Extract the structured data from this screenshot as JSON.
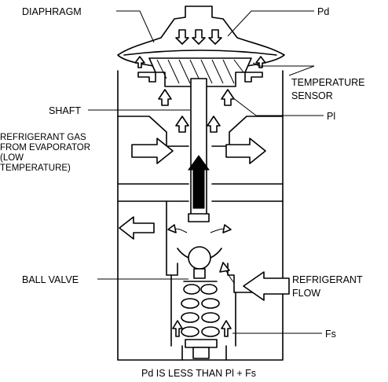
{
  "labels": {
    "diaphragm": "DIAPHRAGM",
    "pd": "Pd",
    "temperature_sensor_1": "TEMPERATURE",
    "temperature_sensor_2": "SENSOR",
    "shaft": "SHAFT",
    "pl": "Pl",
    "refrigerant_gas_1": "REFRIGERANT GAS",
    "refrigerant_gas_2": "FROM EVAPORATOR",
    "refrigerant_gas_3": "(LOW",
    "refrigerant_gas_4": "TEMPERATURE)",
    "ball_valve": "BALL VALVE",
    "refrigerant_flow_1": "REFRIGERANT",
    "refrigerant_flow_2": "FLOW",
    "fs": "Fs"
  },
  "caption": "Pd IS LESS THAN Pl + Fs"
}
